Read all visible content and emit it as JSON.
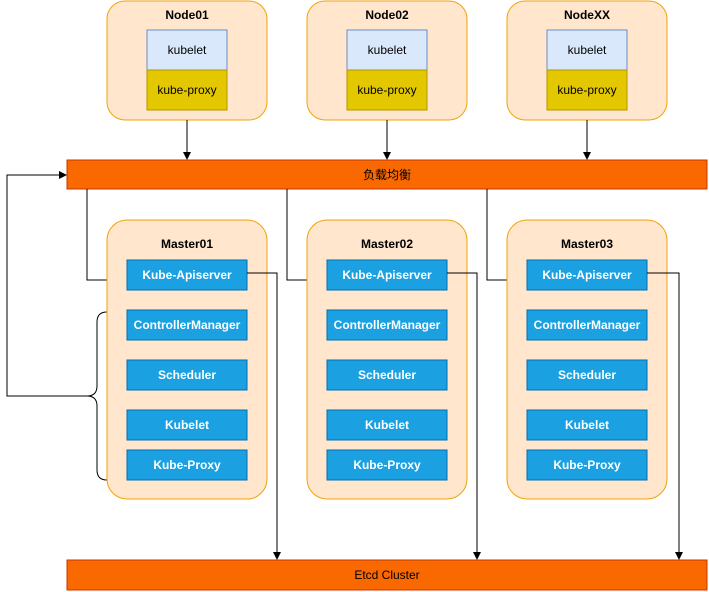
{
  "nodes": [
    {
      "title": "Node01",
      "kubelet": "kubelet",
      "proxy": "kube-proxy"
    },
    {
      "title": "Node02",
      "kubelet": "kubelet",
      "proxy": "kube-proxy"
    },
    {
      "title": "NodeXX",
      "kubelet": "kubelet",
      "proxy": "kube-proxy"
    }
  ],
  "load_balancer": {
    "label": "负载均衡"
  },
  "masters": [
    {
      "title": "Master01",
      "components": [
        "Kube-Apiserver",
        "ControllerManager",
        "Scheduler",
        "Kubelet",
        "Kube-Proxy"
      ]
    },
    {
      "title": "Master02",
      "components": [
        "Kube-Apiserver",
        "ControllerManager",
        "Scheduler",
        "Kubelet",
        "Kube-Proxy"
      ]
    },
    {
      "title": "Master03",
      "components": [
        "Kube-Apiserver",
        "ControllerManager",
        "Scheduler",
        "Kubelet",
        "Kube-Proxy"
      ]
    }
  ],
  "etcd": {
    "label": "Etcd Cluster"
  },
  "colors": {
    "container_fill": "#ffe6cc",
    "container_stroke": "#f0a30a",
    "kubelet_fill": "#dae8fc",
    "kubelet_stroke": "#6c8ebf",
    "proxy_fill": "#e3c800",
    "proxy_stroke": "#b09500",
    "bar_fill": "#fa6800",
    "bar_stroke": "#c73500",
    "component_fill": "#1ba1e2",
    "component_stroke": "#006eaf"
  }
}
